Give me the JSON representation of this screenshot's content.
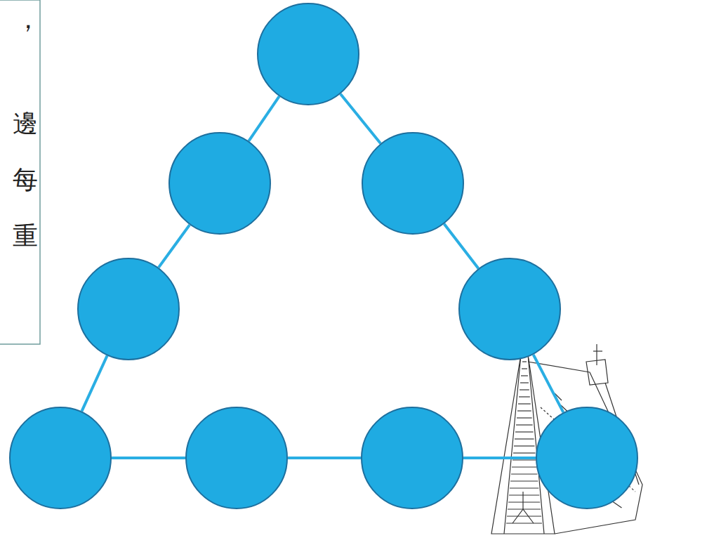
{
  "diagram": {
    "nodes": [
      {
        "text": []
      },
      {
        "text": []
      },
      {
        "text": []
      },
      {
        "text": []
      },
      {
        "text": []
      },
      {
        "text": []
      },
      {
        "text": []
      },
      {
        "text": []
      },
      {
        "text": []
      }
    ],
    "edges": [
      {
        "from": 0,
        "to": 1,
        "arrow": "none"
      },
      {
        "from": 1,
        "to": 3,
        "arrow": "none"
      },
      {
        "from": 3,
        "to": 5,
        "arrow": "none"
      },
      {
        "from": 0,
        "to": 2,
        "arrow": "none"
      },
      {
        "from": 2,
        "to": 4,
        "arrow": "none"
      },
      {
        "from": 4,
        "to": 8,
        "arrow": "none"
      },
      {
        "from": 5,
        "to": 6,
        "arrow": "none"
      },
      {
        "from": 6,
        "to": 7,
        "arrow": "none"
      },
      {
        "from": 7,
        "to": 8,
        "arrow": "none"
      }
    ],
    "labels": [
      "，",
      "邊",
      "每",
      "重"
    ]
  }
}
